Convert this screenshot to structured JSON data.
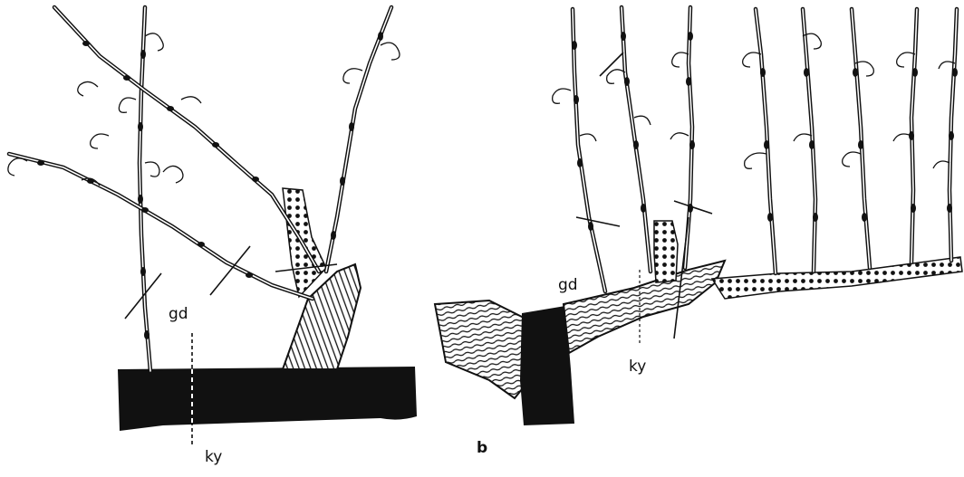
{
  "figure": {
    "panel_a": {
      "label_gd": "gd",
      "label_ky": "ky"
    },
    "panel_b": {
      "letter": "b",
      "label_gd": "gd",
      "label_ky": "ky"
    }
  },
  "colors": {
    "ink": "#111111",
    "paper": "#ffffff"
  }
}
